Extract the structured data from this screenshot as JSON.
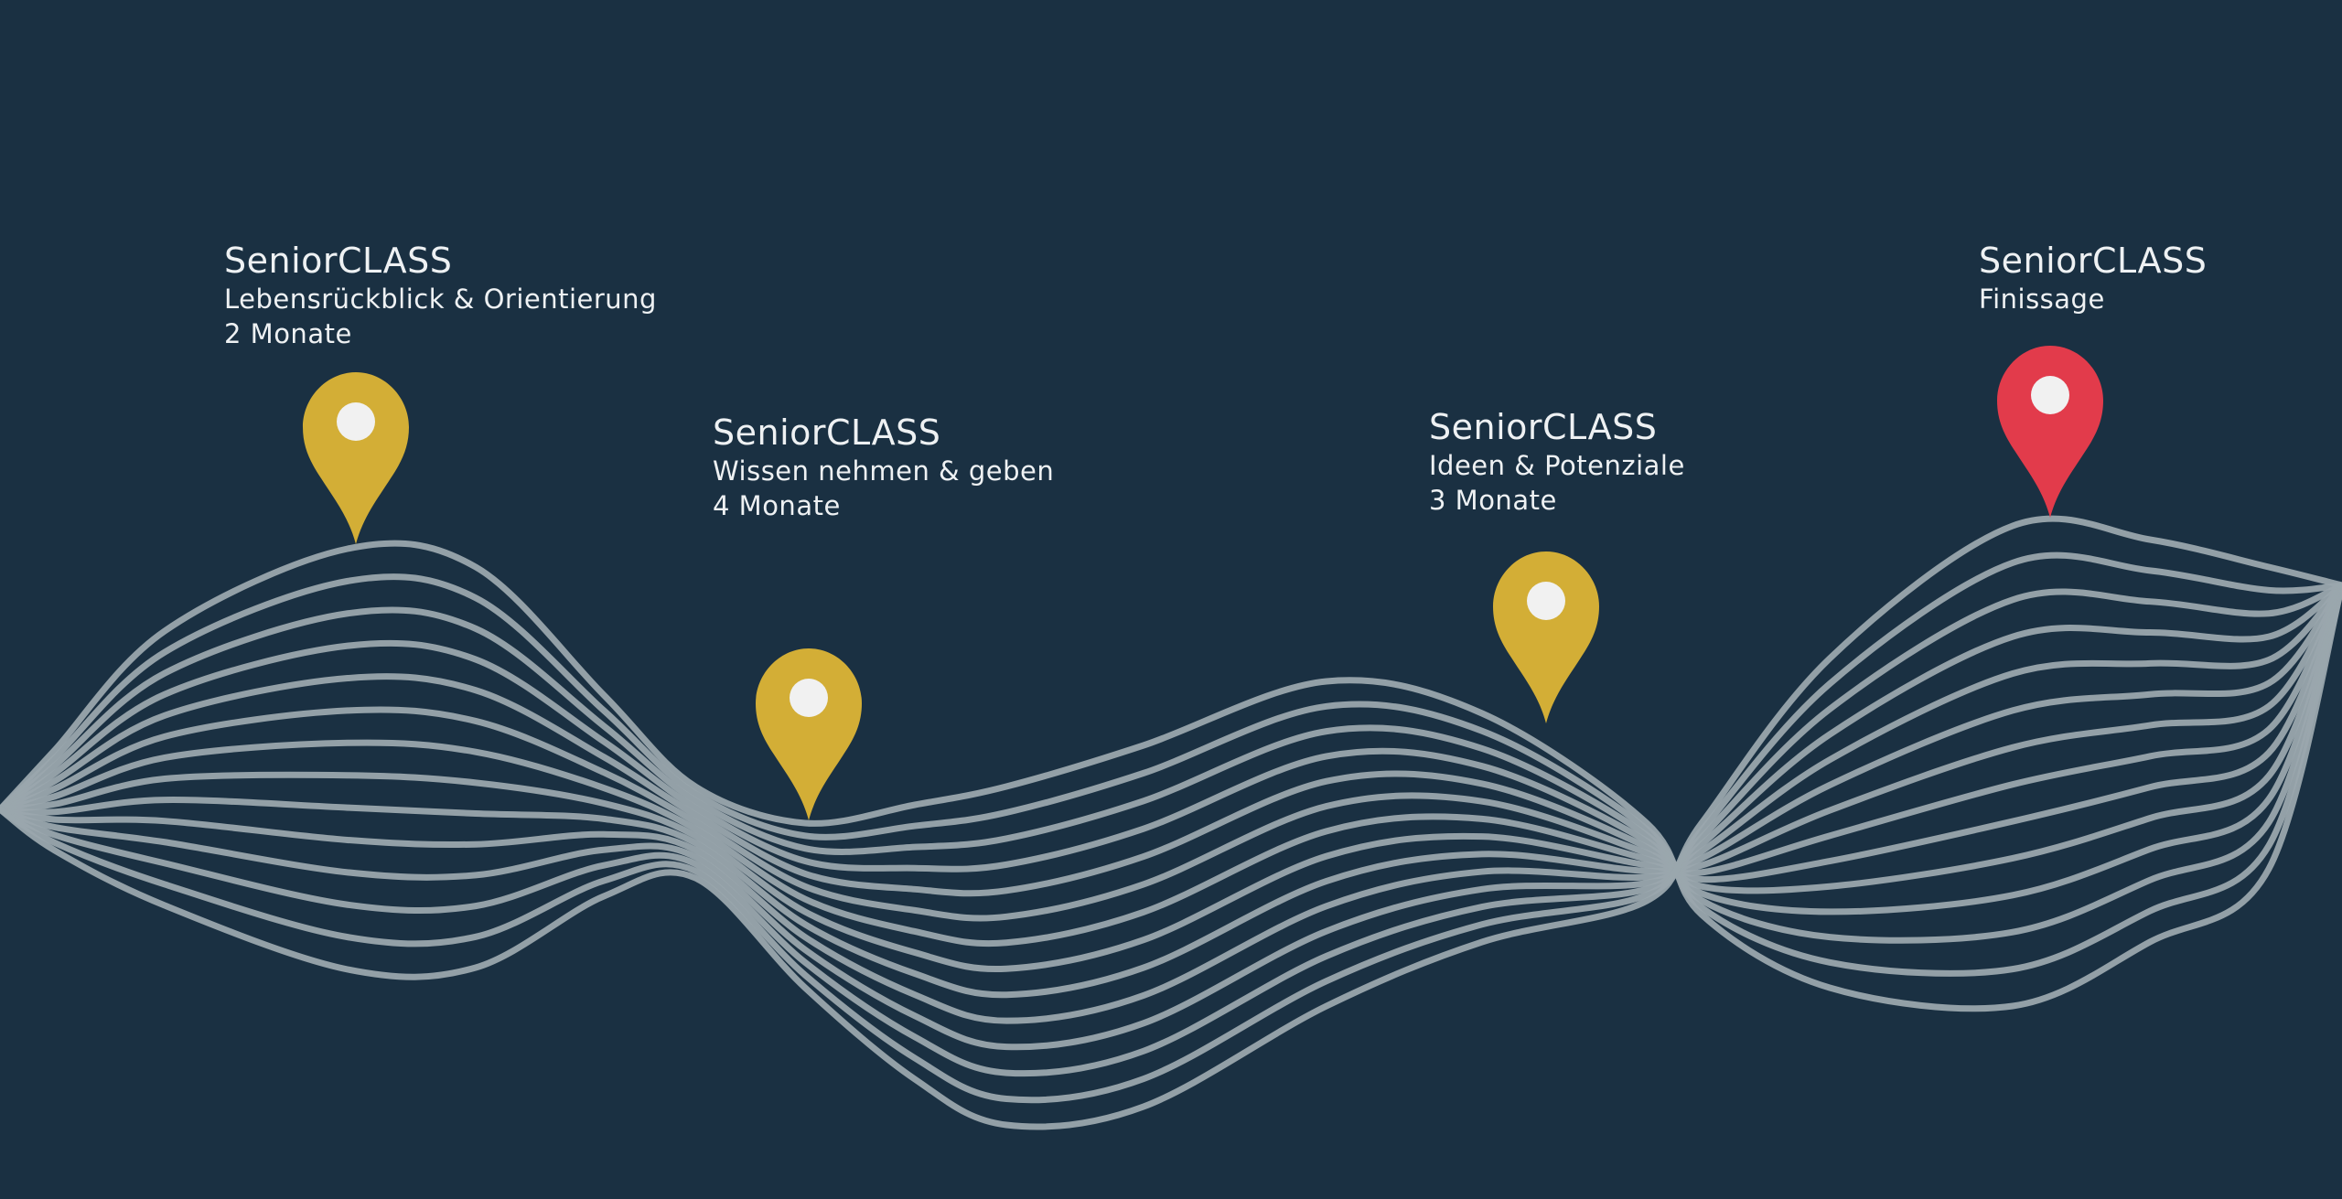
{
  "colors": {
    "background": "#1a3042",
    "wave": "#9aa6ad",
    "pin_gold": "#d3ae36",
    "pin_red": "#e23b4b",
    "pin_dot": "#f1f1f1",
    "text": "#eef1f3"
  },
  "stations": [
    {
      "title": "SeniorCLASS",
      "subtitle": "Lebensrückblick & Orientierung",
      "duration": "2 Monate",
      "pin_color": "gold",
      "pin_icon": "map-pin-icon"
    },
    {
      "title": "SeniorCLASS",
      "subtitle": "Wissen nehmen & geben",
      "duration": "4 Monate",
      "pin_color": "gold",
      "pin_icon": "map-pin-icon"
    },
    {
      "title": "SeniorCLASS",
      "subtitle": "Ideen & Potenziale",
      "duration": "3 Monate",
      "pin_color": "gold",
      "pin_icon": "map-pin-icon"
    },
    {
      "title": "SeniorCLASS",
      "subtitle": "Finissage",
      "pin_color": "red",
      "pin_icon": "map-pin-icon"
    }
  ]
}
